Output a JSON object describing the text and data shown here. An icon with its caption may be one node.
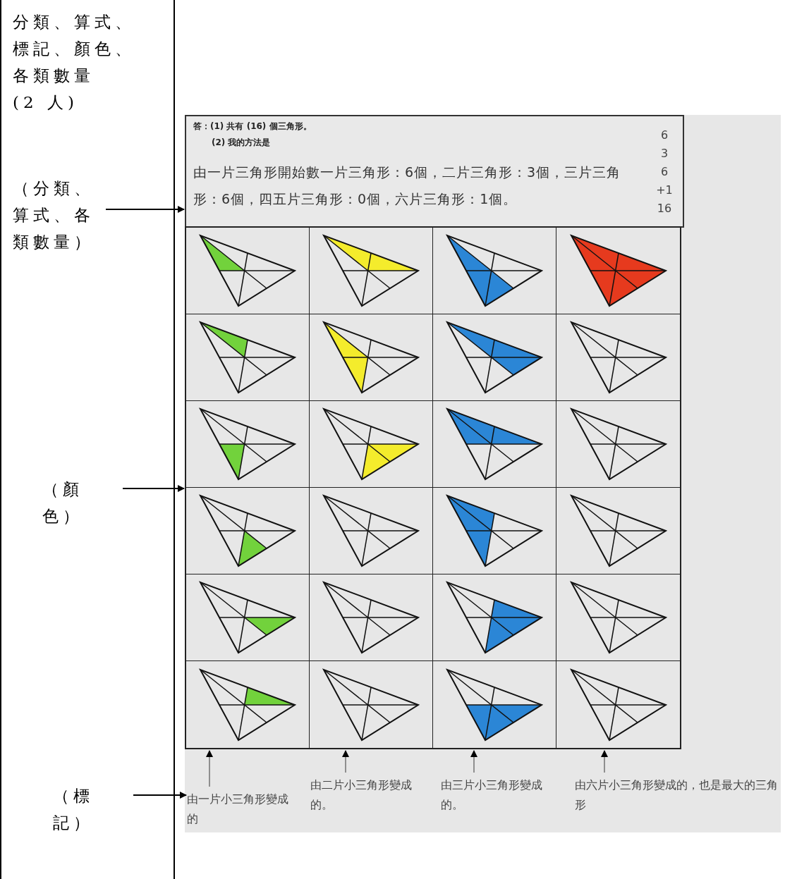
{
  "diagram": {
    "nodes": [
      {
        "text": [
          "（分類、算式、各類數量）"
        ]
      },
      {
        "text": [
          "（顏色）"
        ]
      },
      {
        "text": [
          "（標記）"
        ]
      },
      {
        "text": [
          "答：(1) 共有 (16) 個三角形。",
          "(2) 我的方法是",
          "由一片三角形開始數一片三角形：6個，二片三角形：3個，三片三角形：6個，四五片三角形：0個，六片三角形：1個。",
          "6 3 6 +1 16"
        ]
      },
      {
        "text": [],
        "shape": "box"
      },
      {
        "text": [
          "由一片小三角形變成的"
        ]
      },
      {
        "text": [
          "由二片小三角形變成的。"
        ]
      },
      {
        "text": [
          "由三片小三角形變成的。"
        ]
      },
      {
        "text": [
          "由六片小三角形變成的，也是最大的三角形"
        ]
      }
    ],
    "edges": [
      {
        "from": 0,
        "to": 3,
        "arrow": "to"
      },
      {
        "from": 1,
        "to": 4,
        "arrow": "to"
      },
      {
        "from": 2,
        "to": 5,
        "arrow": "to"
      },
      {
        "from": 5,
        "to": 4,
        "arrow": "to"
      },
      {
        "from": 6,
        "to": 4,
        "arrow": "to"
      },
      {
        "from": 7,
        "to": 4,
        "arrow": "to"
      },
      {
        "from": 8,
        "to": 4,
        "arrow": "to"
      }
    ],
    "labels": [
      "分類、算式、標記、顏色、各類數量",
      "(2 人)"
    ]
  }
}
